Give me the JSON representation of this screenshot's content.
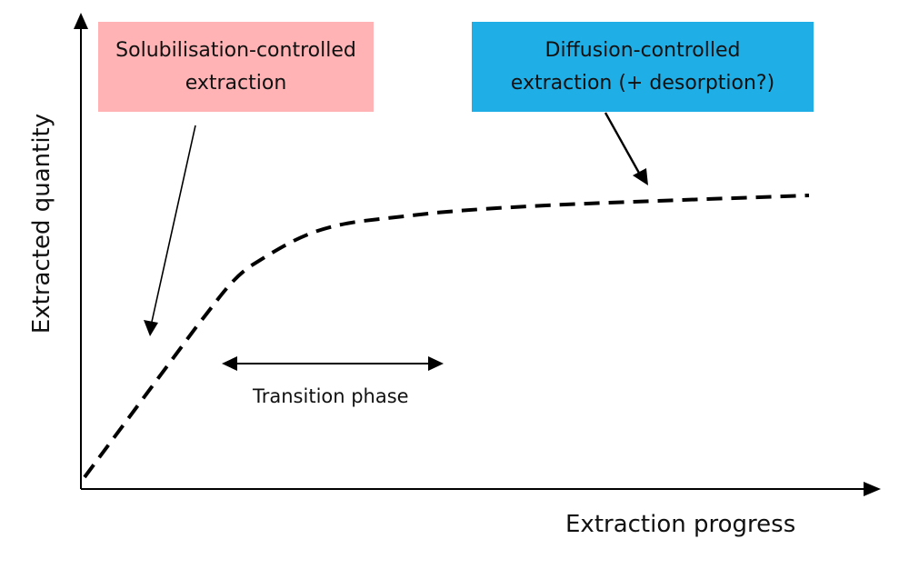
{
  "colors": {
    "solubilisation_box": "#ffb3b5",
    "diffusion_box": "#20aee6",
    "lines": "#000000",
    "text": "#111111"
  },
  "solubilisation_box": {
    "text": "Solubilisation-controlled\nextraction"
  },
  "diffusion_box": {
    "text": "Diffusion-controlled\nextraction (+ desorption?)"
  },
  "transition_label": "Transition phase",
  "axes": {
    "x_label": "Extraction progress",
    "y_label": "Extracted quantity"
  },
  "curve": {
    "style": "dashed"
  }
}
